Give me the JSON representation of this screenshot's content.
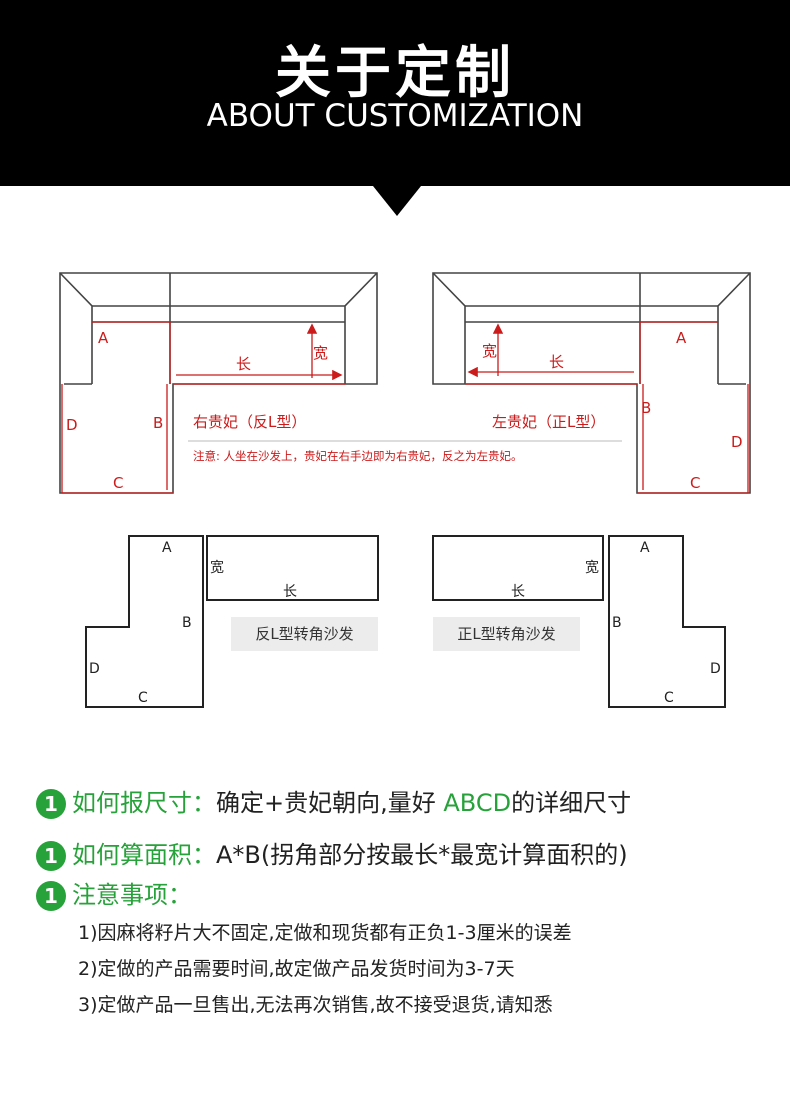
{
  "header": {
    "title_cn": "关于定制",
    "title_en": "ABOUT CUSTOMIZATION"
  },
  "sofa_diagram": {
    "left": {
      "label_A": "A",
      "label_B": "B",
      "label_C": "C",
      "label_D": "D",
      "length": "长",
      "width": "宽",
      "caption": "右贵妃（反L型）"
    },
    "right": {
      "label_A": "A",
      "label_B": "B",
      "label_C": "C",
      "label_D": "D",
      "length": "长",
      "width": "宽",
      "caption": "左贵妃（正L型）"
    },
    "note": "注意: 人坐在沙发上，贵妃在右手边即为右贵妃，反之为左贵妃。"
  },
  "plan_diagram": {
    "left": {
      "label_A": "A",
      "label_B": "B",
      "label_C": "C",
      "label_D": "D",
      "width": "宽",
      "length": "长",
      "caption": "反L型转角沙发"
    },
    "right": {
      "label_A": "A",
      "label_B": "B",
      "label_C": "C",
      "label_D": "D",
      "width": "宽",
      "length": "长",
      "caption": "正L型转角沙发"
    }
  },
  "info": [
    {
      "badge": "1",
      "heading": "如何报尺寸：",
      "text_before": "确定+贵妃朝向,量好 ",
      "highlight": "ABCD",
      "text_after": "的详细尺寸"
    },
    {
      "badge": "1",
      "heading": "如何算面积：",
      "text": "A*B(拐角部分按最长*最宽计算面积的)"
    },
    {
      "badge": "1",
      "heading": "注意事项："
    }
  ],
  "notes": [
    "1)因麻将籽片大不固定,定做和现货都有正负1-3厘米的误差",
    "2)定做的产品需要时间,故定做产品发货时间为3-7天",
    "3)定做产品一旦售出,无法再次销售,故不接受退货,请知悉"
  ],
  "colors": {
    "accent_green": "#27a23a",
    "diagram_red": "#cc1b1b",
    "header_bg": "#000000"
  }
}
